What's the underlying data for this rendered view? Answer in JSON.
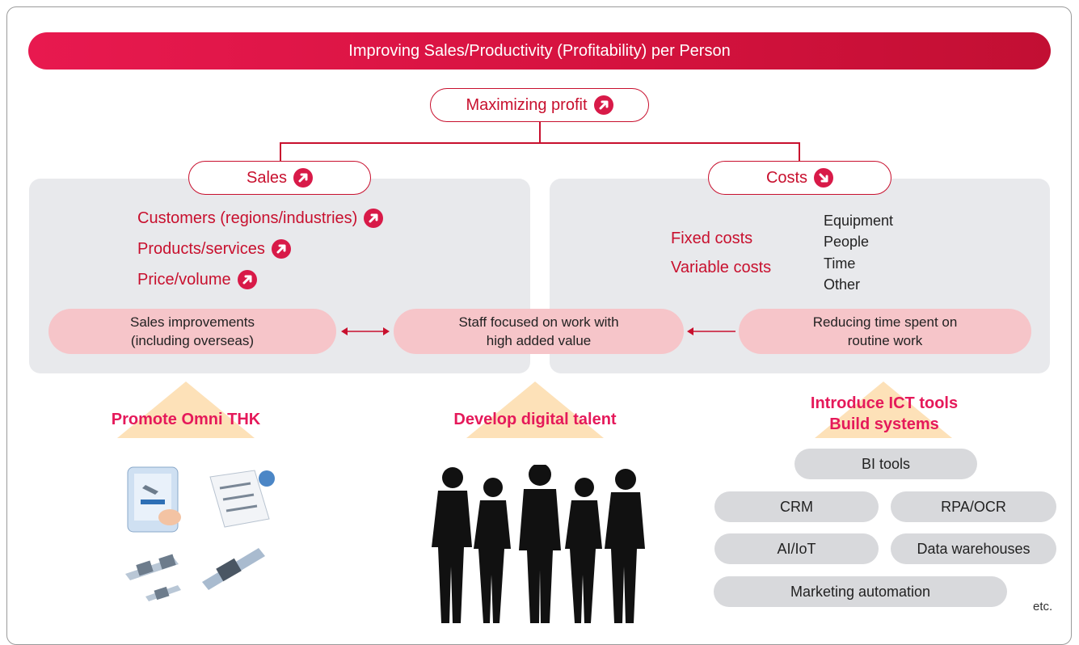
{
  "banner": {
    "title": "Improving Sales/Productivity (Profitability) per Person"
  },
  "top_node": {
    "label": "Maximizing profit",
    "icon": "arrow-up-right-icon"
  },
  "sales": {
    "label": "Sales",
    "icon": "arrow-up-right-icon",
    "items": [
      "Customers (regions/industries)",
      "Products/services",
      "Price/volume"
    ]
  },
  "costs": {
    "label": "Costs",
    "icon": "arrow-down-right-icon",
    "categories": [
      "Fixed costs",
      "Variable costs"
    ],
    "resources": [
      "Equipment",
      "People",
      "Time",
      "Other"
    ]
  },
  "flow": {
    "left_line1": "Sales improvements",
    "left_line2": "(including overseas)",
    "center_line1": "Staff focused on work with",
    "center_line2": "high added value",
    "right_line1": "Reducing time spent on",
    "right_line2": "routine work"
  },
  "initiatives": {
    "left": "Promote Omni THK",
    "center": "Develop digital talent",
    "right_line1": "Introduce ICT tools",
    "right_line2": "Build systems"
  },
  "tools": [
    "BI tools",
    "CRM",
    "RPA/OCR",
    "AI/IoT",
    "Data warehouses",
    "Marketing automation"
  ],
  "footnote": "etc.",
  "colors": {
    "brand_red": "#c8102e",
    "banner_red": "#e8194f",
    "pink": "#f6c5c9",
    "panel_gray": "#e8e9ec",
    "initiative_pink": "#e5195a"
  }
}
